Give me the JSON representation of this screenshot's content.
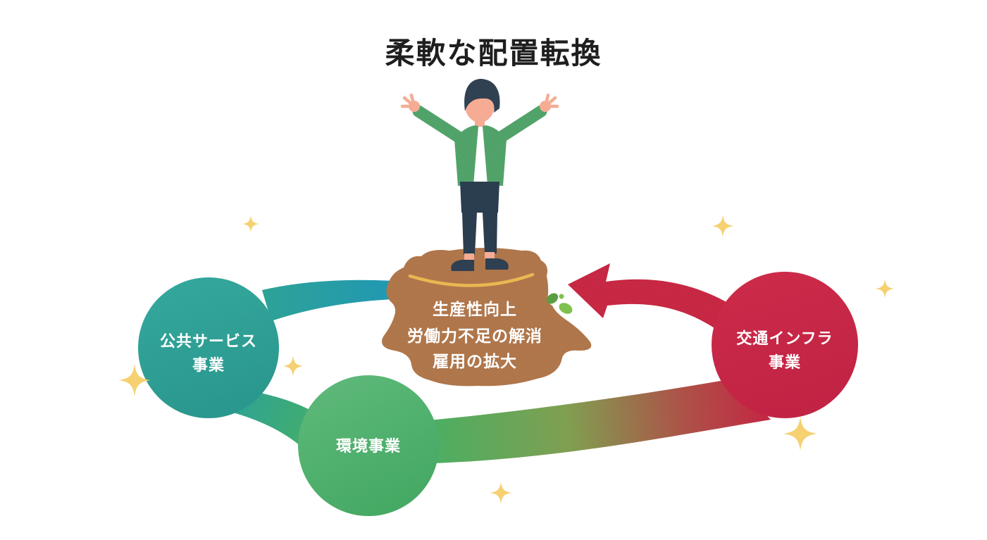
{
  "title": "柔軟な配置転換",
  "center": {
    "benefit_lines": [
      "生産性向上",
      "労働力不足の解消",
      "雇用の拡大"
    ]
  },
  "nodes": [
    {
      "id": "public-service",
      "label_lines": [
        "公共サービス",
        "事業"
      ],
      "color": "#2a9d93"
    },
    {
      "id": "environment",
      "label_lines": [
        "環境事業"
      ],
      "color": "#4db069"
    },
    {
      "id": "transport-infra",
      "label_lines": [
        "交通インフラ",
        "事業"
      ],
      "color": "#c62442"
    }
  ],
  "colors": {
    "title_text": "#1b1b1b",
    "label_text": "#ffffff",
    "stump_brown": "#ad7347",
    "stump_rim_gold": "#e9b54d",
    "arrow_red": "#c5243f",
    "band_teal": "#1b93b7",
    "band_green": "#44ad60",
    "sparkle_yellow": "#f6cf6e",
    "sprout_green_dark": "#569b3e",
    "sprout_green_light": "#7cbf4a",
    "person_jacket": "#4da066",
    "person_skin": "#f6a991",
    "person_hair": "#2c3d4e",
    "person_pants": "#273a4b",
    "person_shoes": "#2b3c4e",
    "person_shirt": "#ffffff"
  },
  "icons": {
    "person": "person-arms-raised-icon",
    "stump": "tree-stump-icon",
    "sprout": "sprout-icon",
    "arrow": "curved-arrow-icon",
    "sparkle": "sparkle-icon"
  }
}
